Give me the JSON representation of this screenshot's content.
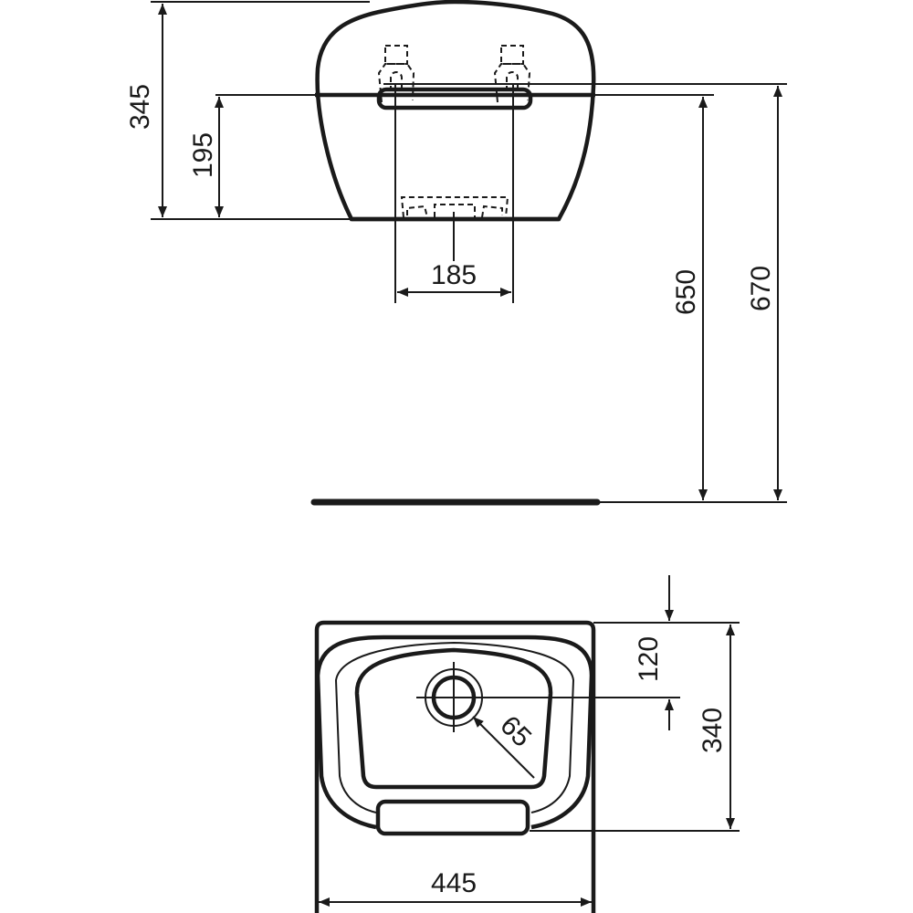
{
  "drawing": {
    "side_view": {
      "dims": {
        "overall_height": "345",
        "bracket_height": "195",
        "bracket_spacing": "185",
        "floor_to_bracket": "650",
        "floor_to_top": "670"
      }
    },
    "plan_view": {
      "dims": {
        "waste_offset": "120",
        "depth": "340",
        "width": "445",
        "waste_diameter": "65"
      }
    }
  }
}
